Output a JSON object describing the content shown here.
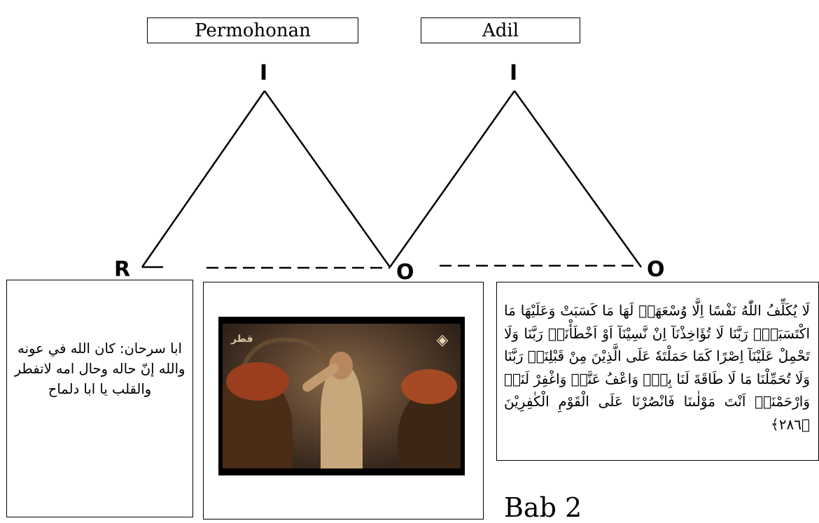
{
  "labels": {
    "left": "Permohonan",
    "right": "Adil"
  },
  "nodes": {
    "r": "R",
    "o1": "O",
    "o2": "O",
    "i1": "I",
    "i2": "I"
  },
  "panels": {
    "left_text": "ابا سرحان: كان الله في عونه والله إنّ حاله وحال امه لاتفطر والقلب يا ابا دلماح",
    "video": {
      "logo_left": "قطر",
      "logo_right_icon": "channel-logo-icon"
    },
    "right_text": "لَا يُكَلِّفُ اللّٰهُ نَفْسًا اِلَّا وُسْعَهَاۗ لَهَا مَا كَسَبَتْ وَعَلَيْهَا مَا اكْتَسَبَتْۗ رَبَّنَا لَا تُؤَاخِذْنَآ اِنْ نَّسِيْنَآ اَوْ اَخْطَأْنَاۚ رَبَّنَا وَلَا تَحْمِلْ عَلَيْنَآ اِصْرًا كَمَا حَمَلْتَهٗ عَلَى الَّذِيْنَ مِنْ قَبْلِنَاۚ رَبَّنَا وَلَا تُحَمِّلْنَا مَا لَا طَاقَةَ لَنَا بِهٖۚ وَاعْفُ عَنَّاۗ وَاغْفِرْ لَنَاۗ وَارْحَمْنَاۗ اَنْتَ مَوْلٰىنَا فَانْصُرْنَا عَلَى الْقَوْمِ الْكٰفِرِيْنَ ﴿٢٨٦﴾"
  },
  "footer_text": "Bab 2"
}
